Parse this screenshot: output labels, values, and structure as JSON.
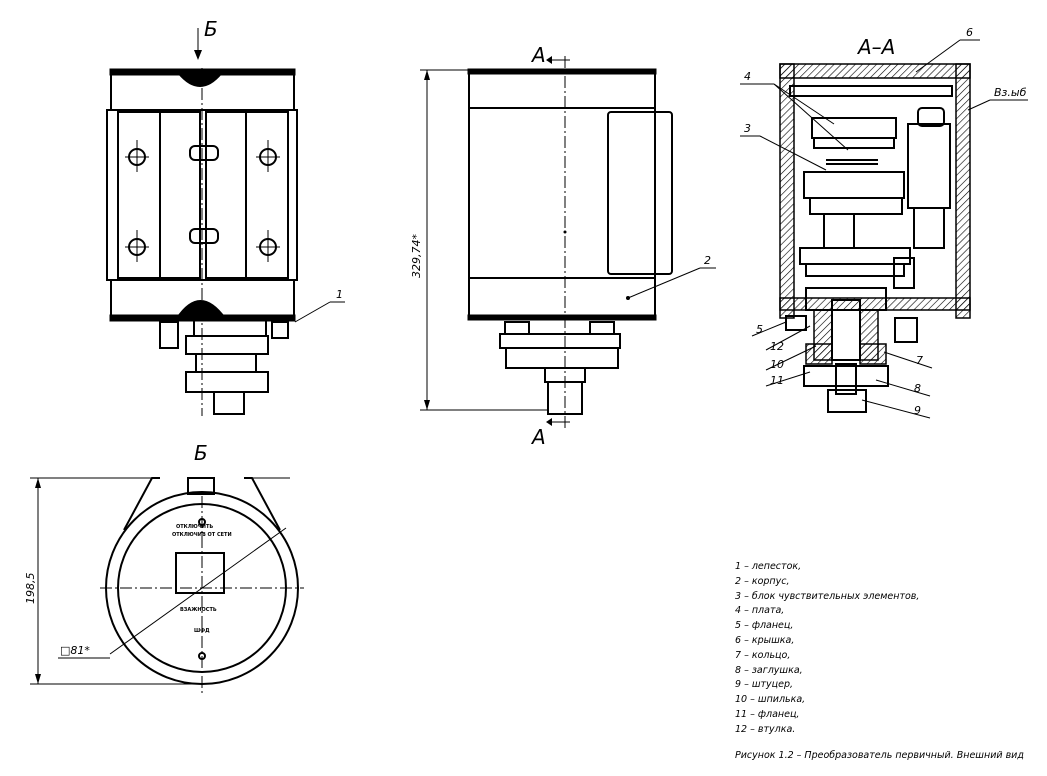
{
  "views": {
    "front": {
      "section_arrow_label": "Б"
    },
    "side": {
      "section_top_label": "А",
      "section_bottom_label": "А",
      "dimension_height": "329,74*",
      "callout": "2"
    },
    "section": {
      "title": "А–А",
      "callouts": [
        "6",
        "4",
        "3",
        "5",
        "12",
        "10",
        "11",
        "7",
        "8",
        "9"
      ],
      "note": "Вз.ыб"
    },
    "front_callout": "1",
    "bottom": {
      "title": "Б",
      "dimension_width": "198,5",
      "dimension_square": "□81*",
      "plate_line1": "ОТКЛЮЧИТЬ",
      "plate_line2": "ОТКЛЮЧИВ ОТ СЕТИ",
      "plate_line3": "ВЗАЖНОСТЬ",
      "plate_line4": "ШФД"
    }
  },
  "legend": [
    "1 – лепесток,",
    "2 – корпус,",
    "3 – блок чувствительных элементов,",
    "4 – плата,",
    "5 – фланец,",
    "6 – крышка,",
    "7 – кольцо,",
    "8 – заглушка,",
    "9 – штуцер,",
    "10 – шпилька,",
    "11 – фланец,",
    "12 – втулка."
  ],
  "caption": "Рисунок 1.2 – Преобразователь первичный. Внешний вид"
}
